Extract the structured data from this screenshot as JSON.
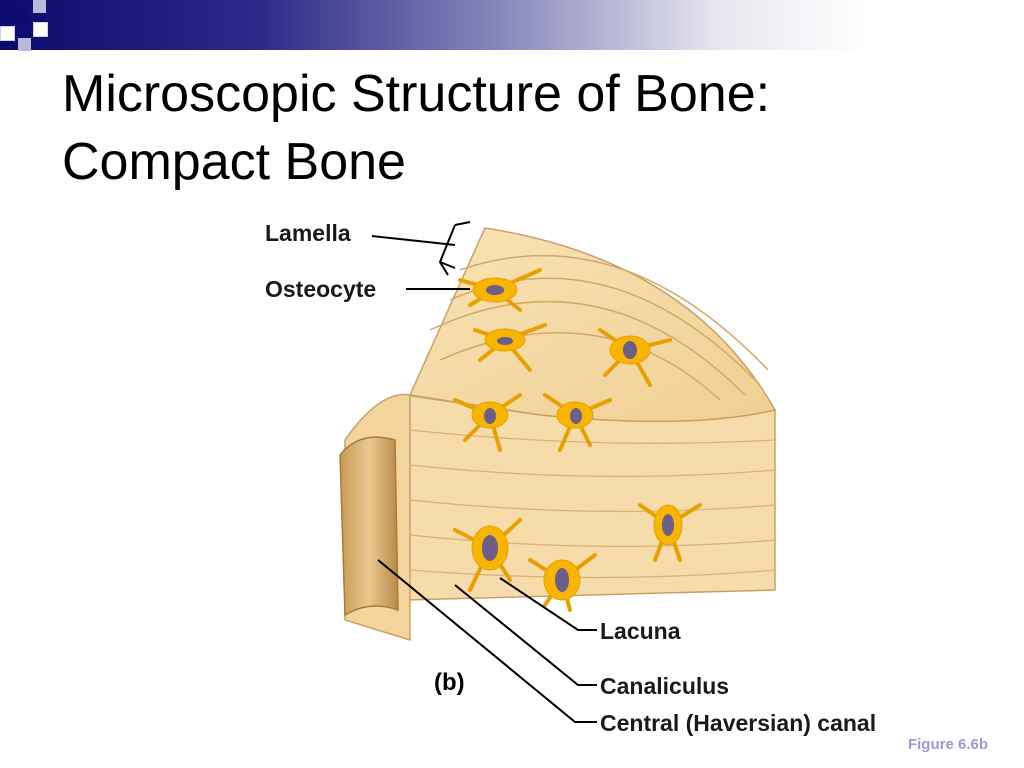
{
  "slide": {
    "title_line1": "Microscopic Structure of Bone:",
    "title_line2": "Compact Bone",
    "figure_caption": "Figure 6.6b"
  },
  "figure": {
    "panel_label": "(b)",
    "labels": {
      "lamella": "Lamella",
      "osteocyte": "Osteocyte",
      "lacuna": "Lacuna",
      "canaliculus": "Canaliculus",
      "central_canal": "Central (Haversian) canal"
    }
  },
  "colors": {
    "header_dark": "#0b0b6e",
    "bone": "#f5d9a6",
    "bone_dark": "#d9a864",
    "osteocyte": "#f7b500",
    "nucleus": "#6b5f8a",
    "caption": "#9a9ad0"
  }
}
